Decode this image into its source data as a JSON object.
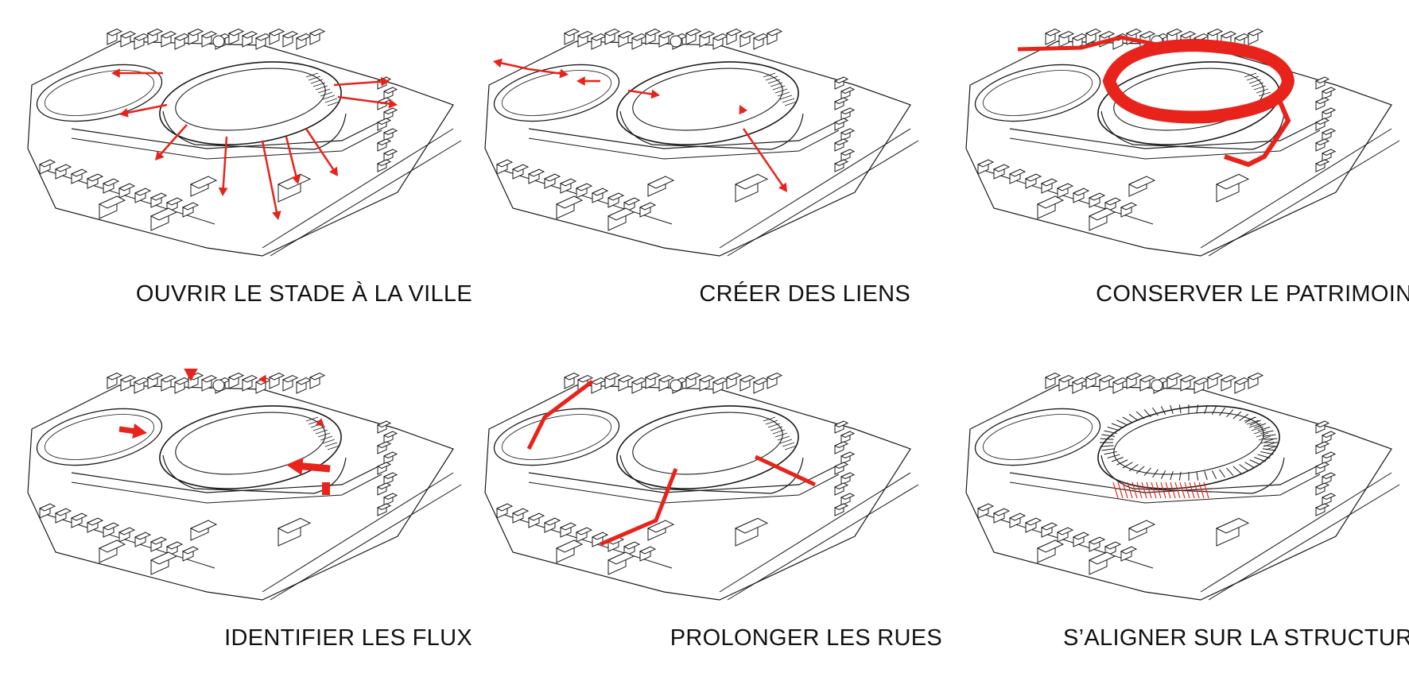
{
  "accent_color": "#e8231b",
  "line_color": "#1a1a1a",
  "panels": [
    {
      "id": "ouvrir",
      "caption": "OUVRIR LE STADE À LA VILLE",
      "overlay": "radiating-arrows"
    },
    {
      "id": "creer",
      "caption": "CRÉER DES LIENS",
      "overlay": "link-arrows"
    },
    {
      "id": "conserver",
      "caption": "CONSERVER LE PATRIMOINE",
      "overlay": "heritage-highlight"
    },
    {
      "id": "identifier",
      "caption": "IDENTIFIER LES FLUX",
      "overlay": "flow-arrows"
    },
    {
      "id": "prolonger",
      "caption": "PROLONGER LES RUES",
      "overlay": "street-lines"
    },
    {
      "id": "aligner",
      "caption": "S’ALIGNER SUR LA STRUCTURE",
      "overlay": "structure-grid"
    }
  ]
}
